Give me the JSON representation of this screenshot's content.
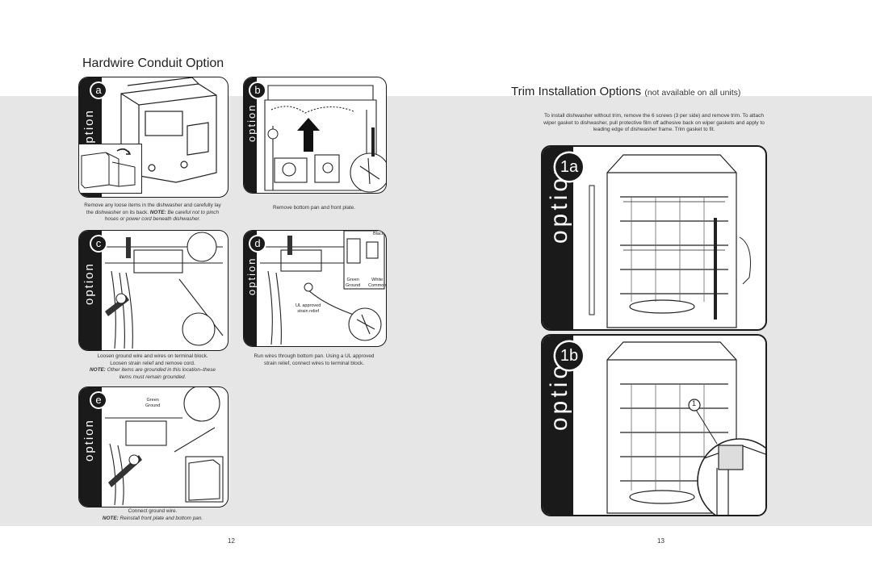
{
  "left_page": {
    "title": "Hardwire Conduit Option",
    "option_word": "option",
    "panels": {
      "a": {
        "letter": "a",
        "caption_1": "Remove any loose items in the dishwasher and carefully lay",
        "caption_2a": "the dishwasher on its back. ",
        "caption_2note": "NOTE:",
        "caption_2b": " Be careful not to pinch",
        "caption_3": "hoses or power cord beneath dishwasher."
      },
      "b": {
        "letter": "b",
        "caption": "Remove bottom pan and front plate."
      },
      "c": {
        "letter": "c",
        "caption_1": "Loosen ground wire and wires on terminal block.",
        "caption_2": "Loosen strain relief and remove cord.",
        "caption_3note": "NOTE:",
        "caption_3": " Other items are grounded in this location–these",
        "caption_4": "items must remain grounded."
      },
      "d": {
        "letter": "d",
        "caption_1": "Run wires through bottom pan. Using a UL approved",
        "caption_2": "strain relief, connect wires to terminal block.",
        "label_black": "Black",
        "label_green": "Green",
        "label_ground": "Ground",
        "label_white": "White",
        "label_common": "Common",
        "label_ul_1": "UL approved",
        "label_ul_2": "strain relief"
      },
      "e": {
        "letter": "e",
        "caption_1": "Connect ground wire.",
        "caption_2note": "NOTE:",
        "caption_2": " Reinstall front plate and bottom pan.",
        "label_green": "Green",
        "label_ground": "Ground"
      }
    },
    "page_number": "12"
  },
  "right_page": {
    "title": "Trim Installation Options",
    "title_note": "(not available on all units)",
    "intro": "To install dishwasher without trim, remove the 6 screws (3 per side) and remove trim. To attach wiper gasket to dishwasher, pull protective film off adhesive back on wiper gaskets and apply to leading edge of dishwasher frame. Trim gasket to fit.",
    "option_word": "option",
    "panels": {
      "1a": {
        "badge": "1a"
      },
      "1b": {
        "badge": "1b",
        "callout": "1"
      }
    },
    "page_number": "13"
  },
  "colors": {
    "band": "#e6e6e7",
    "ink": "#1a1a1a",
    "paper": "#ffffff"
  }
}
